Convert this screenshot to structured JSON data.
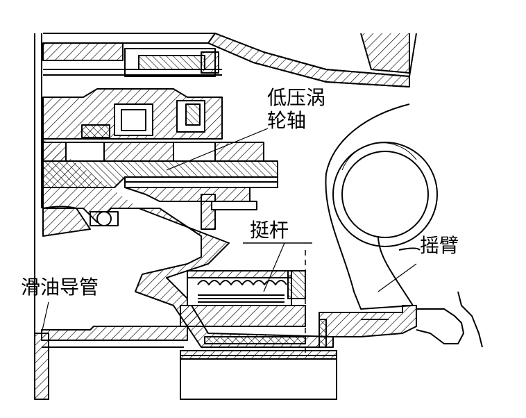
{
  "labels": {
    "lp_turbine_shaft_line1": "低压涡",
    "lp_turbine_shaft_line2": "轮轴",
    "push_rod": "挺杆",
    "rocker_arm": "摇臂",
    "oil_tube": "滑油导管"
  },
  "colors": {
    "ink": "#000000",
    "paper": "#ffffff"
  }
}
